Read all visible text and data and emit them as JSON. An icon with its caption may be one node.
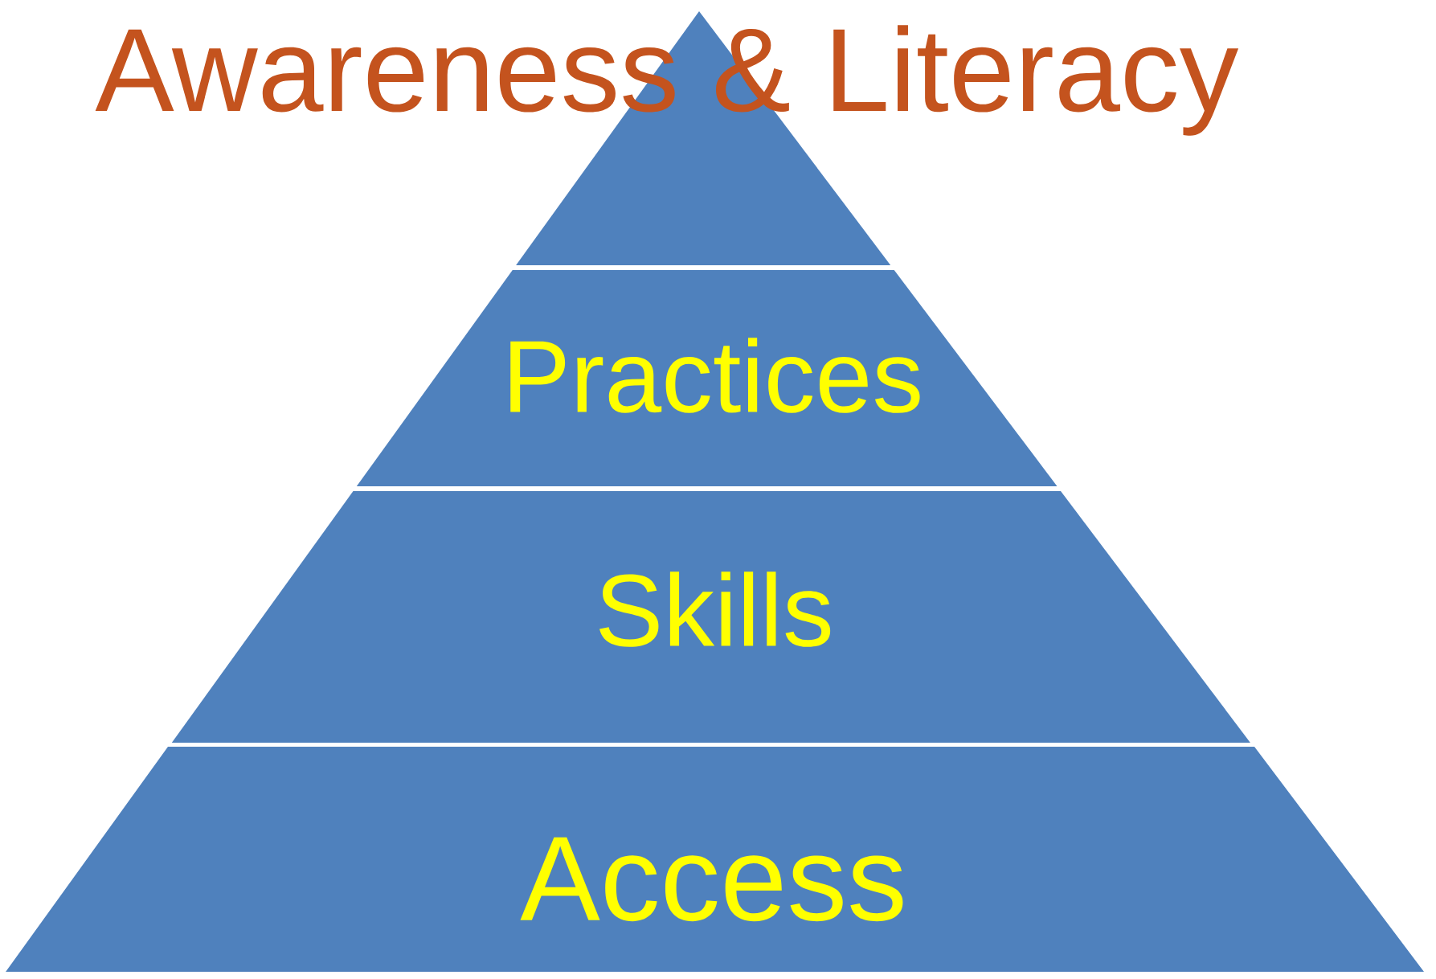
{
  "diagram": {
    "nodes": [
      {
        "text": [
          "Awareness & Literacy"
        ]
      },
      {
        "text": [
          "Practices"
        ]
      },
      {
        "text": [
          "Skills"
        ]
      },
      {
        "text": [
          "Access"
        ]
      }
    ]
  }
}
